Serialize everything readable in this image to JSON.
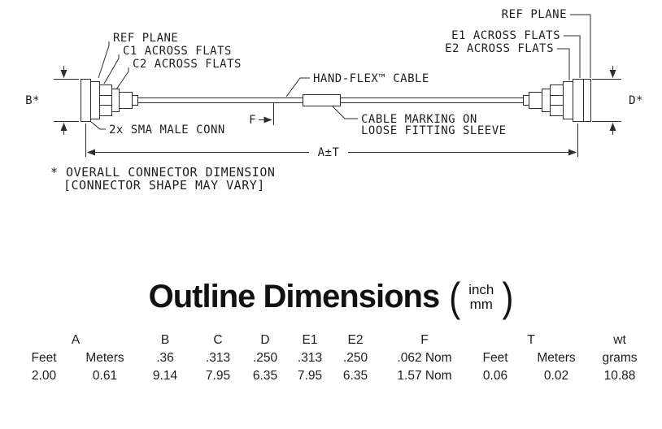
{
  "drawing": {
    "labels": {
      "ref_plane_left": "REF PLANE",
      "c1_across_flats": "C1 ACROSS FLATS",
      "c2_across_flats": "C2 ACROSS FLATS",
      "hand_flex_cable": "HAND-FLEX™ CABLE",
      "ref_plane_right": "REF PLANE",
      "e1_across_flats": "E1 ACROSS FLATS",
      "e2_across_flats": "E2 ACROSS FLATS",
      "sma_conn": "2x SMA MALE CONN",
      "cable_marking_line1": "CABLE MARKING ON",
      "cable_marking_line2": "LOOSE FITTING SLEEVE",
      "dim_b": "B*",
      "dim_d": "D*",
      "dim_f": "F",
      "dim_a": "A±T"
    },
    "footnote_line1": "* OVERALL CONNECTOR DIMENSION",
    "footnote_line2": "[CONNECTOR SHAPE MAY VARY]"
  },
  "title": {
    "text": "Outline Dimensions",
    "paren_open": "(",
    "unit_top": "inch",
    "unit_bottom": "mm",
    "paren_close": ")"
  },
  "table": {
    "headers": [
      "A",
      "B",
      "C",
      "D",
      "E1",
      "E2",
      "F",
      "T",
      "wt"
    ],
    "row_units": [
      "Feet",
      "Meters",
      ".36",
      ".313",
      ".250",
      ".313",
      ".250",
      ".062 Nom",
      "Feet",
      "Meters",
      "grams"
    ],
    "row_values": [
      "2.00",
      "0.61",
      "9.14",
      "7.95",
      "6.35",
      "7.95",
      "6.35",
      "1.57 Nom",
      "0.06",
      "0.02",
      "10.88"
    ]
  }
}
